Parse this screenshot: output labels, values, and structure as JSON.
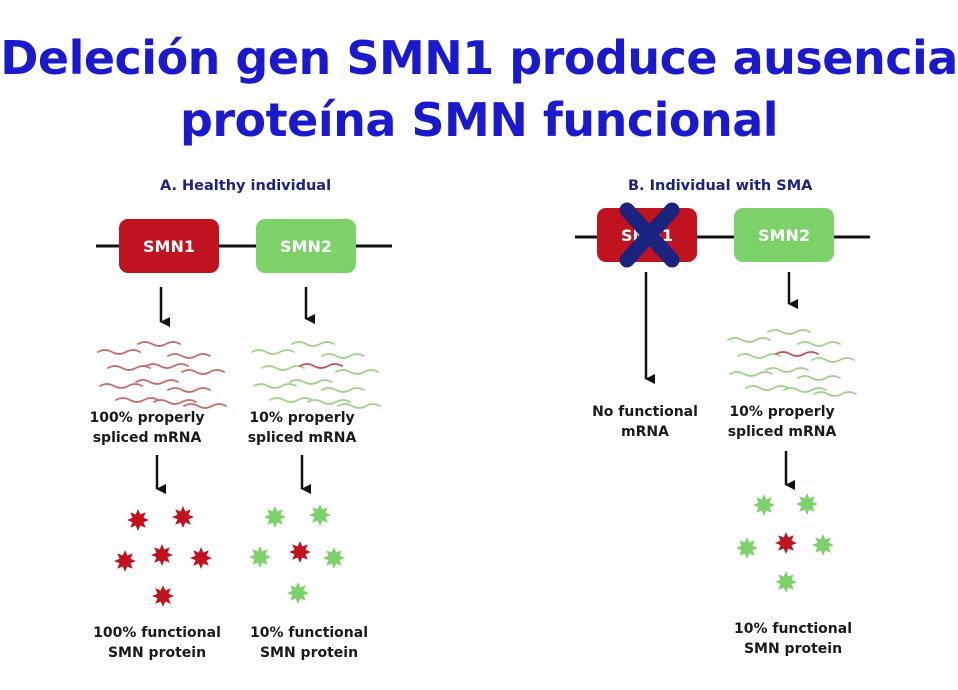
{
  "title": {
    "line1": "Deleción gen SMN1 produce ausencia",
    "line2": "proteína SMN funcional"
  },
  "panel_a": {
    "heading": "A. Healthy individual",
    "gene_smn1": "SMN1",
    "gene_smn2": "SMN2",
    "mrna1_line1": "100% properly",
    "mrna1_line2": "spliced mRNA",
    "mrna2_line1": "10% properly",
    "mrna2_line2": "spliced mRNA",
    "prot1_line1": "100% functional",
    "prot1_line2": "SMN protein",
    "prot2_line1": "10% functional",
    "prot2_line2": "SMN protein"
  },
  "panel_b": {
    "heading": "B. Individual with SMA",
    "gene_smn1": "SMN1",
    "gene_smn2": "SMN2",
    "mrna1_line1": "No functional",
    "mrna1_line2": "mRNA",
    "mrna2_line1": "10% properly",
    "mrna2_line2": "spliced mRNA",
    "prot2_line1": "10% functional",
    "prot2_line2": "SMN protein"
  },
  "colors": {
    "title": "#1a1acc",
    "smn1_red": "#c1121f",
    "smn2_green": "#7dd169",
    "cross": "#1a237e"
  }
}
